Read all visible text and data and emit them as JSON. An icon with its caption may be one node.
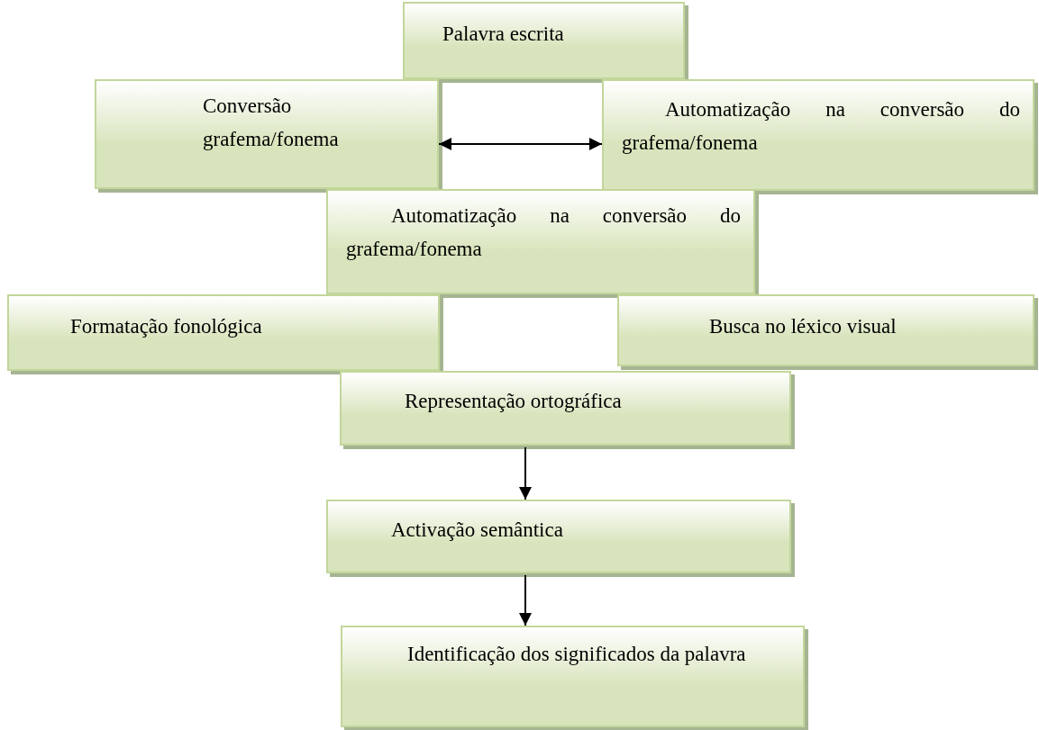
{
  "diagram": {
    "nodes": [
      {
        "text": [
          "Palavra escrita"
        ]
      },
      {
        "text": [
          "Conversão grafema/fonema"
        ]
      },
      {
        "text": [
          "Automatização na conversão do grafema/fonema"
        ]
      },
      {
        "text": [
          "Automatização na conversão do grafema/fonema"
        ]
      },
      {
        "text": [
          "Formatação fonológica"
        ]
      },
      {
        "text": [
          "Busca no léxico visual"
        ]
      },
      {
        "text": [
          "Representação ortográfica"
        ]
      },
      {
        "text": [
          "Activação semântica"
        ]
      },
      {
        "text": [
          "Identificação dos significados da palavra"
        ]
      }
    ],
    "edges": [
      {
        "from": 1,
        "to": 2,
        "arrow": "both"
      },
      {
        "from": 6,
        "to": 7,
        "arrow": "to"
      },
      {
        "from": 7,
        "to": 8,
        "arrow": "to"
      }
    ]
  }
}
